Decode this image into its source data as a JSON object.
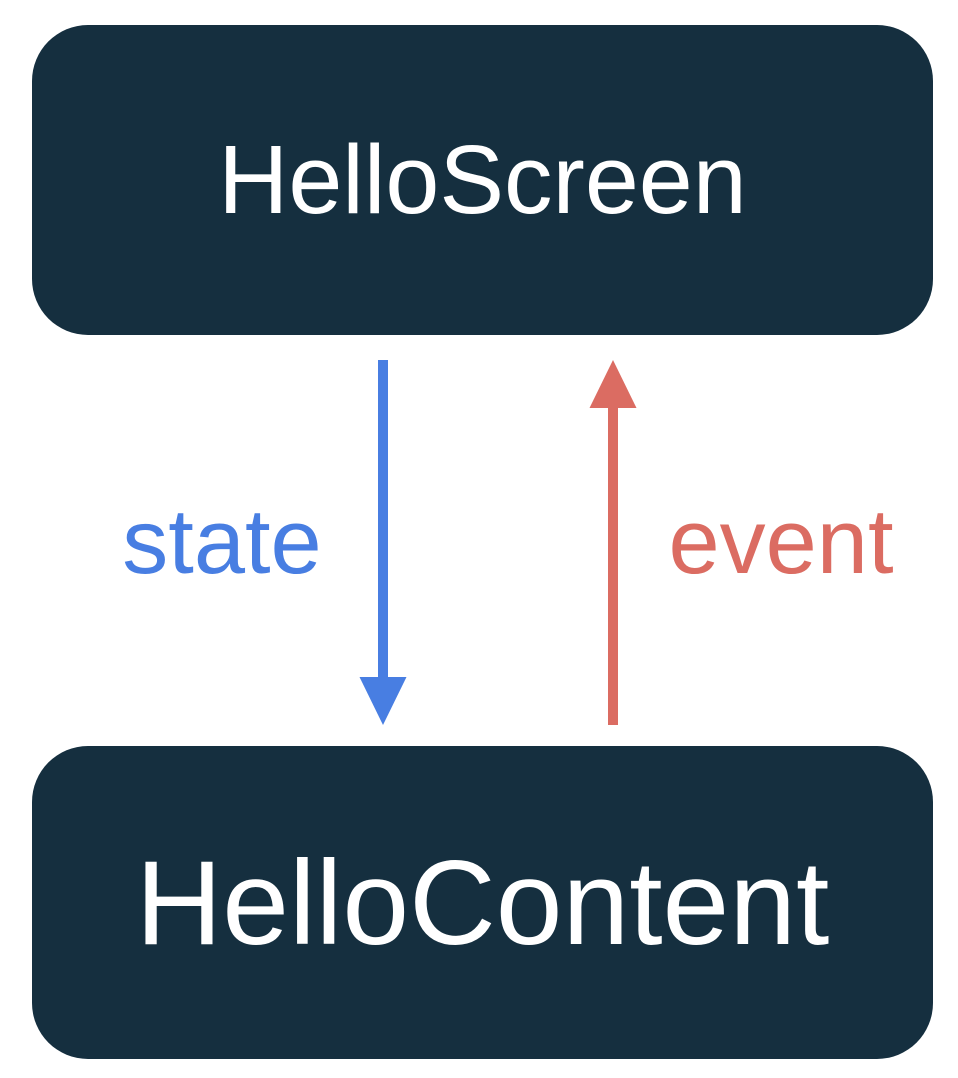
{
  "diagram": {
    "title": "state-hoisting-unidirectional-data-flow",
    "top_box": {
      "label": "HelloScreen"
    },
    "bottom_box": {
      "label": "HelloContent"
    },
    "state_arrow": {
      "label": "state",
      "direction": "down",
      "from": "HelloScreen",
      "to": "HelloContent"
    },
    "event_arrow": {
      "label": "event",
      "direction": "up",
      "from": "HelloContent",
      "to": "HelloScreen"
    }
  },
  "colors": {
    "background": "#FFFFFF",
    "box_bg": "#152F3F",
    "box_text": "#FFFFFF",
    "state_blue": "#487EE2",
    "event_red": "#DB6C62"
  }
}
